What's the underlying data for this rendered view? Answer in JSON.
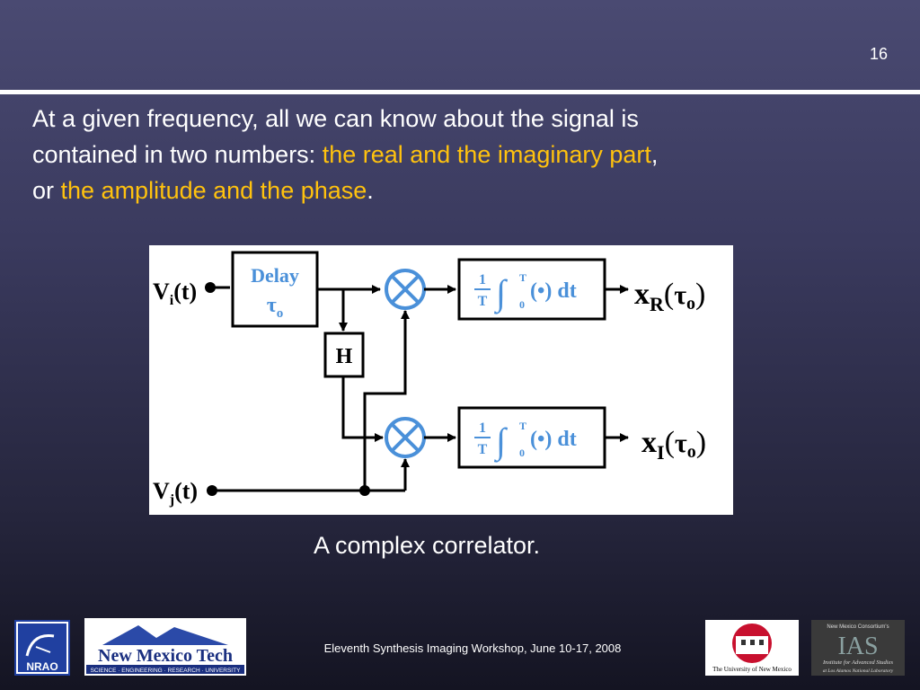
{
  "slide_number": "16",
  "intro": {
    "line1": "At a given frequency, all we can know about the signal is",
    "line2_prefix": "contained in two numbers: ",
    "highlight1": "the real and the imaginary part",
    "comma": ",",
    "line3_prefix": "or ",
    "highlight2": "the amplitude and the phase",
    "period": "."
  },
  "diagram": {
    "vi_label": "V",
    "vi_sub": "i",
    "vi_arg": "(t)",
    "vj_label": "V",
    "vj_sub": "j",
    "vj_arg": "(t)",
    "delay_label": "Delay",
    "tau": "τ",
    "tau_sub": "o",
    "h_label": "H",
    "integral": {
      "num": "1",
      "den": "T",
      "sign": "∫",
      "upper": "T",
      "lower": "0",
      "body": "(•) dt"
    },
    "xr_main": "x",
    "xr_sub": "R",
    "xi_main": "x",
    "xi_sub": "I",
    "xr_arg_open": "(",
    "xr_arg_tau": "τ",
    "xr_arg_sub": "o",
    "xr_arg_close": ")",
    "colors": {
      "line": "#000000",
      "accent": "#4a90d9"
    }
  },
  "caption": "A complex correlator.",
  "footer": "Eleventh Synthesis Imaging Workshop, June 10-17, 2008",
  "logos": {
    "nrao": "NRAO",
    "nmt_name": "New Mexico Tech",
    "nmt_tagline": "SCIENCE · ENGINEERING · RESEARCH · UNIVERSITY",
    "unm": "The University of New Mexico",
    "ias_top": "New Mexico Consortium's",
    "ias_mark": "IAS",
    "ias_line1": "Institute for Advanced Studies",
    "ias_line2": "at Los Alamos National Laboratory"
  }
}
